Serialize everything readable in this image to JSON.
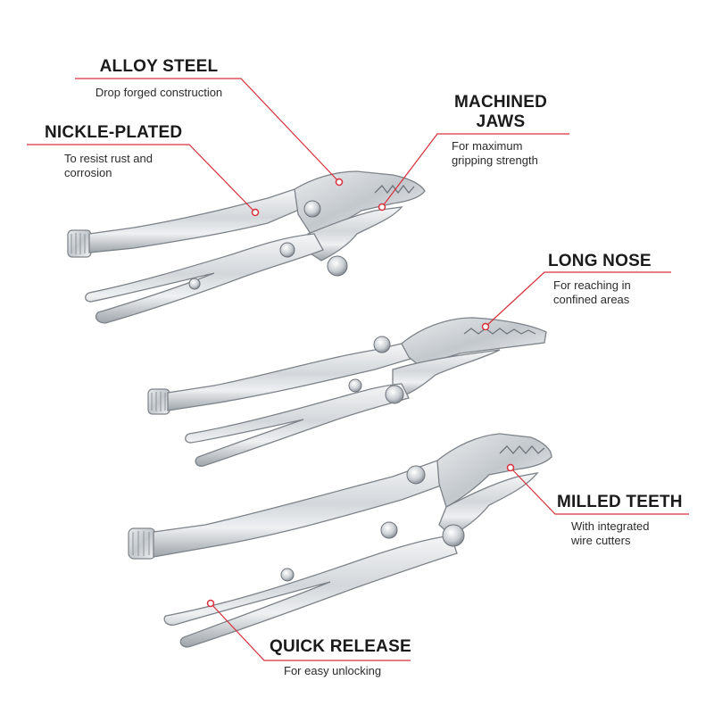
{
  "colors": {
    "accent": "#d7303b",
    "metal_light": "#eceef0",
    "metal_mid": "#bfc4c9",
    "metal_dark": "#8a9097",
    "text": "#1a1a1a"
  },
  "callouts": {
    "alloy_steel": {
      "title": "ALLOY STEEL",
      "desc": "Drop forged construction"
    },
    "nickle_plated": {
      "title": "NICKLE-PLATED",
      "desc_lines": [
        "To resist rust and",
        "corrosion"
      ]
    },
    "machined_jaws": {
      "title_lines": [
        "MACHINED",
        "JAWS"
      ],
      "desc_lines": [
        "For maximum",
        "gripping strength"
      ]
    },
    "long_nose": {
      "title": "LONG NOSE",
      "desc_lines": [
        "For reaching in",
        "confined areas"
      ]
    },
    "milled_teeth": {
      "title": "MILLED TEETH",
      "desc_lines": [
        "With integrated",
        "wire cutters"
      ]
    },
    "quick_release": {
      "title": "QUICK RELEASE",
      "desc": "For easy unlocking"
    }
  }
}
